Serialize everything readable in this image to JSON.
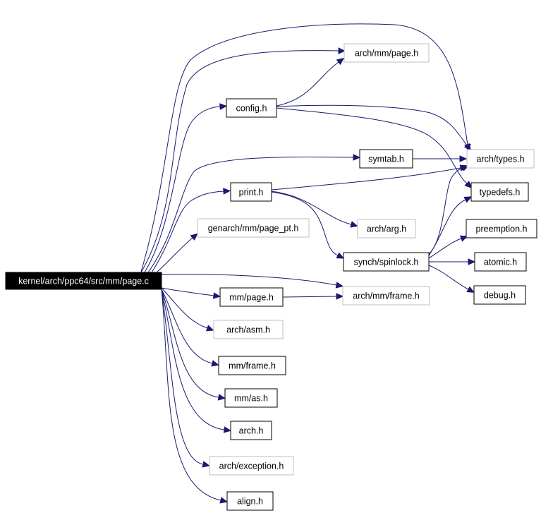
{
  "graph": {
    "root": {
      "id": "root",
      "label": "kernel/arch/ppc64/src/mm/page.c",
      "style": "root"
    },
    "nodes": [
      {
        "id": "arch-mm-page-h",
        "label": "arch/mm/page.h",
        "style": "gray"
      },
      {
        "id": "config-h",
        "label": "config.h",
        "style": "black"
      },
      {
        "id": "arch-types-h",
        "label": "arch/types.h",
        "style": "gray"
      },
      {
        "id": "symtab-h",
        "label": "symtab.h",
        "style": "black"
      },
      {
        "id": "typedefs-h",
        "label": "typedefs.h",
        "style": "black"
      },
      {
        "id": "print-h",
        "label": "print.h",
        "style": "black"
      },
      {
        "id": "genarch-mm-page-pt-h",
        "label": "genarch/mm/page_pt.h",
        "style": "gray"
      },
      {
        "id": "arch-arg-h",
        "label": "arch/arg.h",
        "style": "gray"
      },
      {
        "id": "preemption-h",
        "label": "preemption.h",
        "style": "black"
      },
      {
        "id": "synch-spinlock-h",
        "label": "synch/spinlock.h",
        "style": "black"
      },
      {
        "id": "atomic-h",
        "label": "atomic.h",
        "style": "black"
      },
      {
        "id": "mm-page-h",
        "label": "mm/page.h",
        "style": "black"
      },
      {
        "id": "arch-mm-frame-h",
        "label": "arch/mm/frame.h",
        "style": "gray"
      },
      {
        "id": "debug-h",
        "label": "debug.h",
        "style": "black"
      },
      {
        "id": "arch-asm-h",
        "label": "arch/asm.h",
        "style": "gray"
      },
      {
        "id": "mm-frame-h",
        "label": "mm/frame.h",
        "style": "black"
      },
      {
        "id": "mm-as-h",
        "label": "mm/as.h",
        "style": "black"
      },
      {
        "id": "arch-h",
        "label": "arch.h",
        "style": "black"
      },
      {
        "id": "arch-exception-h",
        "label": "arch/exception.h",
        "style": "gray"
      },
      {
        "id": "align-h",
        "label": "align.h",
        "style": "black"
      }
    ],
    "edges": [
      [
        "root",
        "arch-types-h"
      ],
      [
        "root",
        "arch-mm-page-h"
      ],
      [
        "root",
        "config-h"
      ],
      [
        "root",
        "symtab-h"
      ],
      [
        "root",
        "print-h"
      ],
      [
        "root",
        "genarch-mm-page-pt-h"
      ],
      [
        "root",
        "arch-mm-frame-h"
      ],
      [
        "root",
        "mm-page-h"
      ],
      [
        "root",
        "arch-asm-h"
      ],
      [
        "root",
        "mm-frame-h"
      ],
      [
        "root",
        "mm-as-h"
      ],
      [
        "root",
        "arch-h"
      ],
      [
        "root",
        "arch-exception-h"
      ],
      [
        "root",
        "align-h"
      ],
      [
        "config-h",
        "arch-mm-page-h"
      ],
      [
        "config-h",
        "arch-types-h"
      ],
      [
        "config-h",
        "typedefs-h"
      ],
      [
        "symtab-h",
        "arch-types-h"
      ],
      [
        "print-h",
        "arch-types-h"
      ],
      [
        "print-h",
        "arch-arg-h"
      ],
      [
        "print-h",
        "synch-spinlock-h"
      ],
      [
        "synch-spinlock-h",
        "arch-types-h"
      ],
      [
        "synch-spinlock-h",
        "typedefs-h"
      ],
      [
        "synch-spinlock-h",
        "preemption-h"
      ],
      [
        "synch-spinlock-h",
        "atomic-h"
      ],
      [
        "synch-spinlock-h",
        "debug-h"
      ],
      [
        "mm-page-h",
        "arch-mm-frame-h"
      ]
    ],
    "colors": {
      "edge": "#191970",
      "black_border": "#000000",
      "gray_border": "#bfbfbf",
      "root_fill": "#000000",
      "root_text": "#ffffff",
      "node_fill": "#ffffff",
      "node_text": "#000000"
    }
  }
}
